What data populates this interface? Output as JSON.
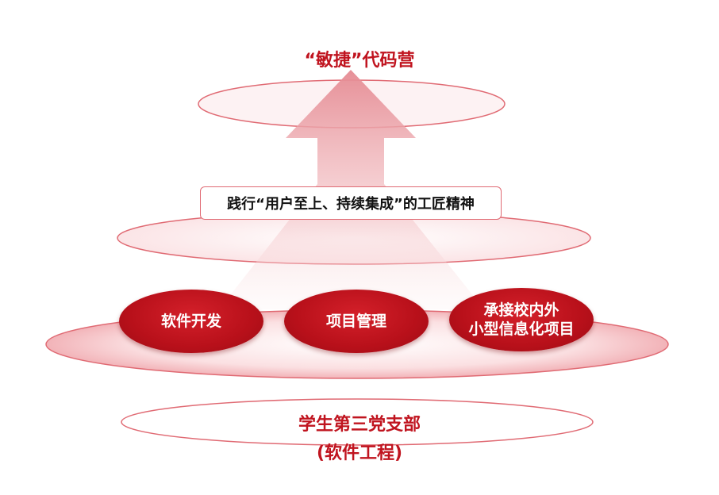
{
  "diagram": {
    "top_title": "“敏捷”代码营",
    "banner": "践行“用户至上、持续集成”的工匠精神",
    "pills": [
      {
        "line1": "软件开发",
        "line2": ""
      },
      {
        "line1": "项目管理",
        "line2": ""
      },
      {
        "line1": "承接校内外",
        "line2": "小型信息化项目"
      }
    ],
    "bottom_title_line1": "学生第三党支部",
    "bottom_title_line2": "(软件工程)"
  },
  "colors": {
    "accent": "#c0141f",
    "pill": "#b8101a",
    "ring": "#e06a73"
  }
}
